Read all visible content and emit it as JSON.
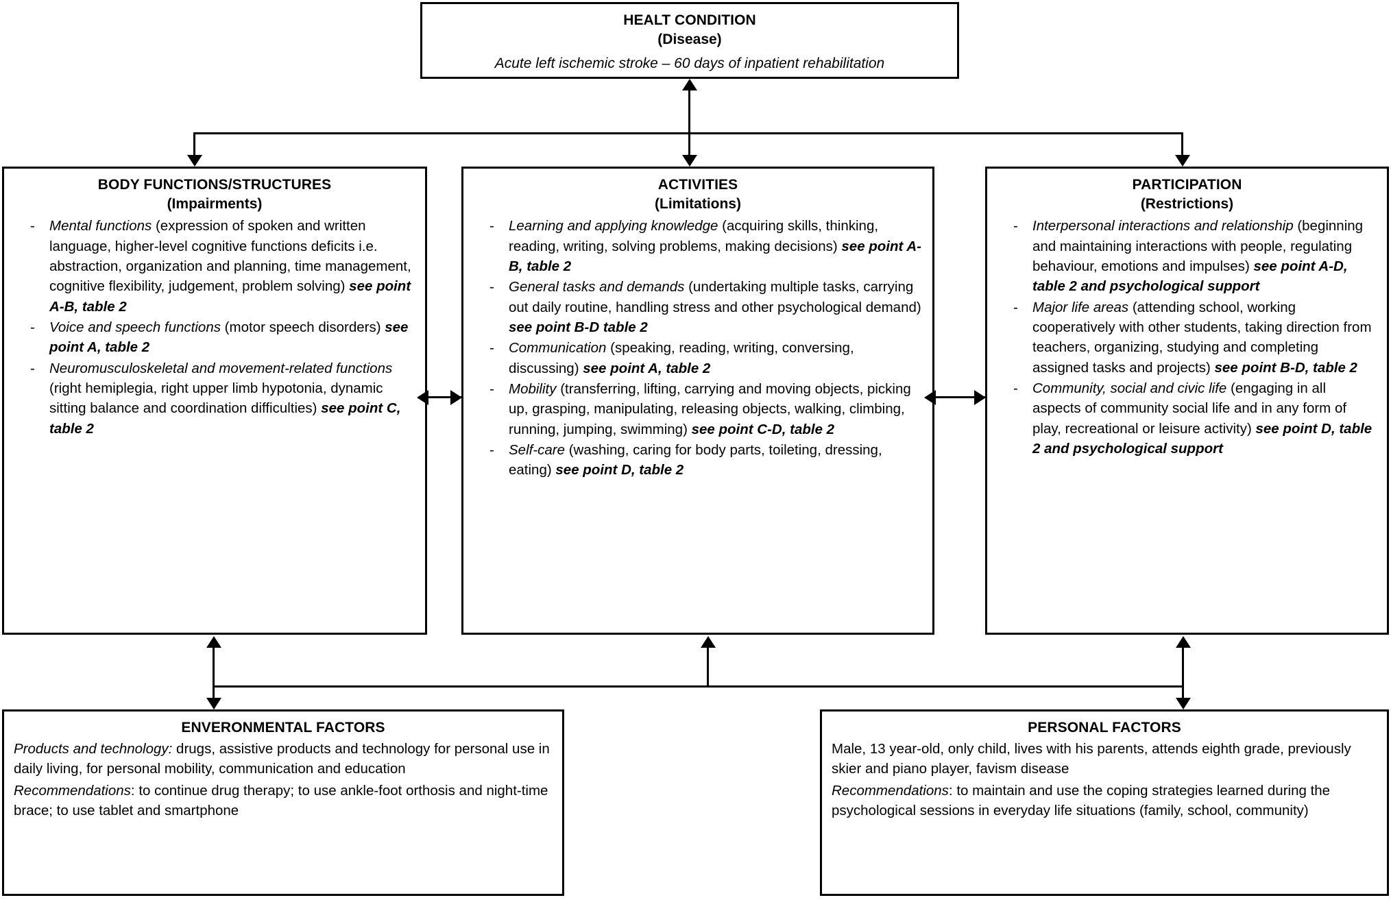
{
  "diagram": {
    "title": "ICF framework case description",
    "health_condition": {
      "title": "HEALT CONDITION",
      "subtitle": "(Disease)",
      "description": "Acute left ischemic stroke – 60 days of inpatient rehabilitation"
    },
    "body_functions": {
      "title": "BODY FUNCTIONS/STRUCTURES",
      "subtitle": "(Impairments)",
      "items": [
        {
          "term": "Mental functions",
          "detail": " (expression of spoken and written language, higher-level cognitive functions deficits i.e. abstraction, organization and planning, time management, cognitive flexibility, judgement, problem solving) ",
          "reference": "see point A-B, table 2"
        },
        {
          "term": "Voice and speech functions",
          "detail": " (motor speech disorders) ",
          "reference": "see point A, table 2"
        },
        {
          "term": "Neuromusculoskeletal and movement-related functions",
          "detail": " (right hemiplegia, right upper limb hypotonia, dynamic sitting balance and coordination difficulties) ",
          "reference": "see point C, table 2"
        }
      ]
    },
    "activities": {
      "title": "ACTIVITIES",
      "subtitle": "(Limitations)",
      "items": [
        {
          "term": "Learning and applying knowledge",
          "detail": " (acquiring skills, thinking, reading, writing, solving problems, making decisions) ",
          "reference": "see point A-B, table 2"
        },
        {
          "term": "General tasks and demands",
          "detail": " (undertaking multiple tasks, carrying out daily routine, handling stress and other psychological demand) ",
          "reference": "see point B-D table 2"
        },
        {
          "term": "Communication",
          "detail": " (speaking, reading, writing, conversing, discussing) ",
          "reference": "see point A, table 2"
        },
        {
          "term": "Mobility",
          "detail": " (transferring, lifting, carrying and moving objects, picking up, grasping, manipulating, releasing objects, walking, climbing, running, jumping, swimming) ",
          "reference": "see point C-D, table 2"
        },
        {
          "term": "Self-care",
          "detail": " (washing, caring for body parts, toileting, dressing, eating) ",
          "reference": "see point D, table 2"
        }
      ]
    },
    "participation": {
      "title": "PARTICIPATION",
      "subtitle": "(Restrictions)",
      "items": [
        {
          "term": "Interpersonal interactions and relationship",
          "detail": " (beginning and maintaining interactions with people, regulating behaviour, emotions and impulses) ",
          "reference": "see point A-D, table 2 and psychological support"
        },
        {
          "term": "Major life areas",
          "detail": " (attending school, working cooperatively with other students, taking direction from teachers, organizing, studying and completing assigned tasks and projects) ",
          "reference": "see point B-D, table 2"
        },
        {
          "term": "Community, social and civic life",
          "detail": " (engaging in all aspects of community social life and in any form of play, recreational or leisure activity) ",
          "reference": "see point D, table 2 and psychological support"
        }
      ]
    },
    "environmental_factors": {
      "title": "ENVERONMENTAL FACTORS",
      "line1_label": "Products and technology:",
      "line1_text": " drugs, assistive products and technology for personal use in daily living, for personal mobility, communication and education",
      "line2_label": "Recommendations",
      "line2_text": ": to continue drug therapy; to use ankle-foot orthosis and night-time brace; to use tablet and smartphone"
    },
    "personal_factors": {
      "title": "PERSONAL FACTORS",
      "line1_text": "Male, 13 year-old, only child, lives with his parents, attends eighth grade, previously skier and piano player, favism disease",
      "line2_label": "Recommendations",
      "line2_text": ": to maintain and use the coping strategies learned during the psychological sessions in everyday life situations (family, school, community)"
    },
    "colors": {
      "line": "#000000",
      "background": "#ffffff",
      "text": "#000000"
    }
  }
}
